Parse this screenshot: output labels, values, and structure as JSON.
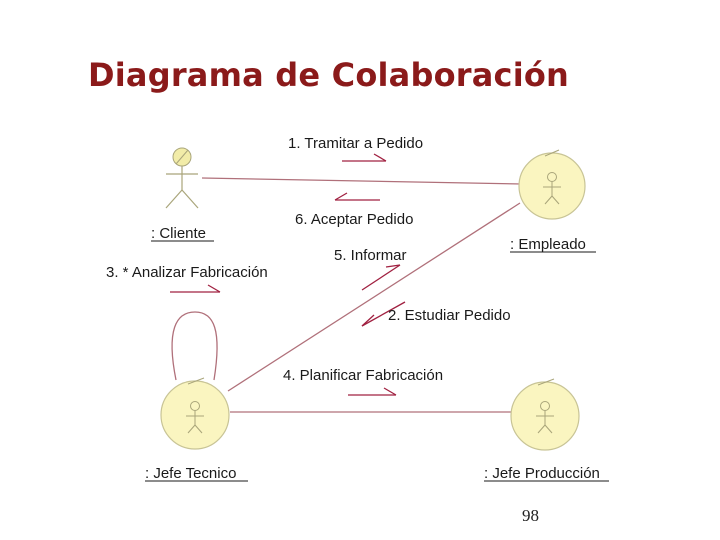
{
  "title": "Diagrama de Colaboración",
  "page_number": "98",
  "colors": {
    "title": "#8b1a1a",
    "link": "#b0707a",
    "arrow": "#a02040",
    "object_fill": "#faf5c0",
    "object_stroke": "#c8c496"
  },
  "objects": {
    "cliente": ": Cliente",
    "empleado": ": Empleado",
    "jefe_tecnico": ": Jefe Tecnico",
    "jefe_produccion": ": Jefe Producción"
  },
  "messages": {
    "m1": "1. Tramitar a Pedido",
    "m2": "2. Estudiar Pedido",
    "m3": "3.  * Analizar Fabricación",
    "m4": "4. Planificar Fabricación",
    "m5": "5. Informar",
    "m6": "6. Aceptar Pedido"
  }
}
